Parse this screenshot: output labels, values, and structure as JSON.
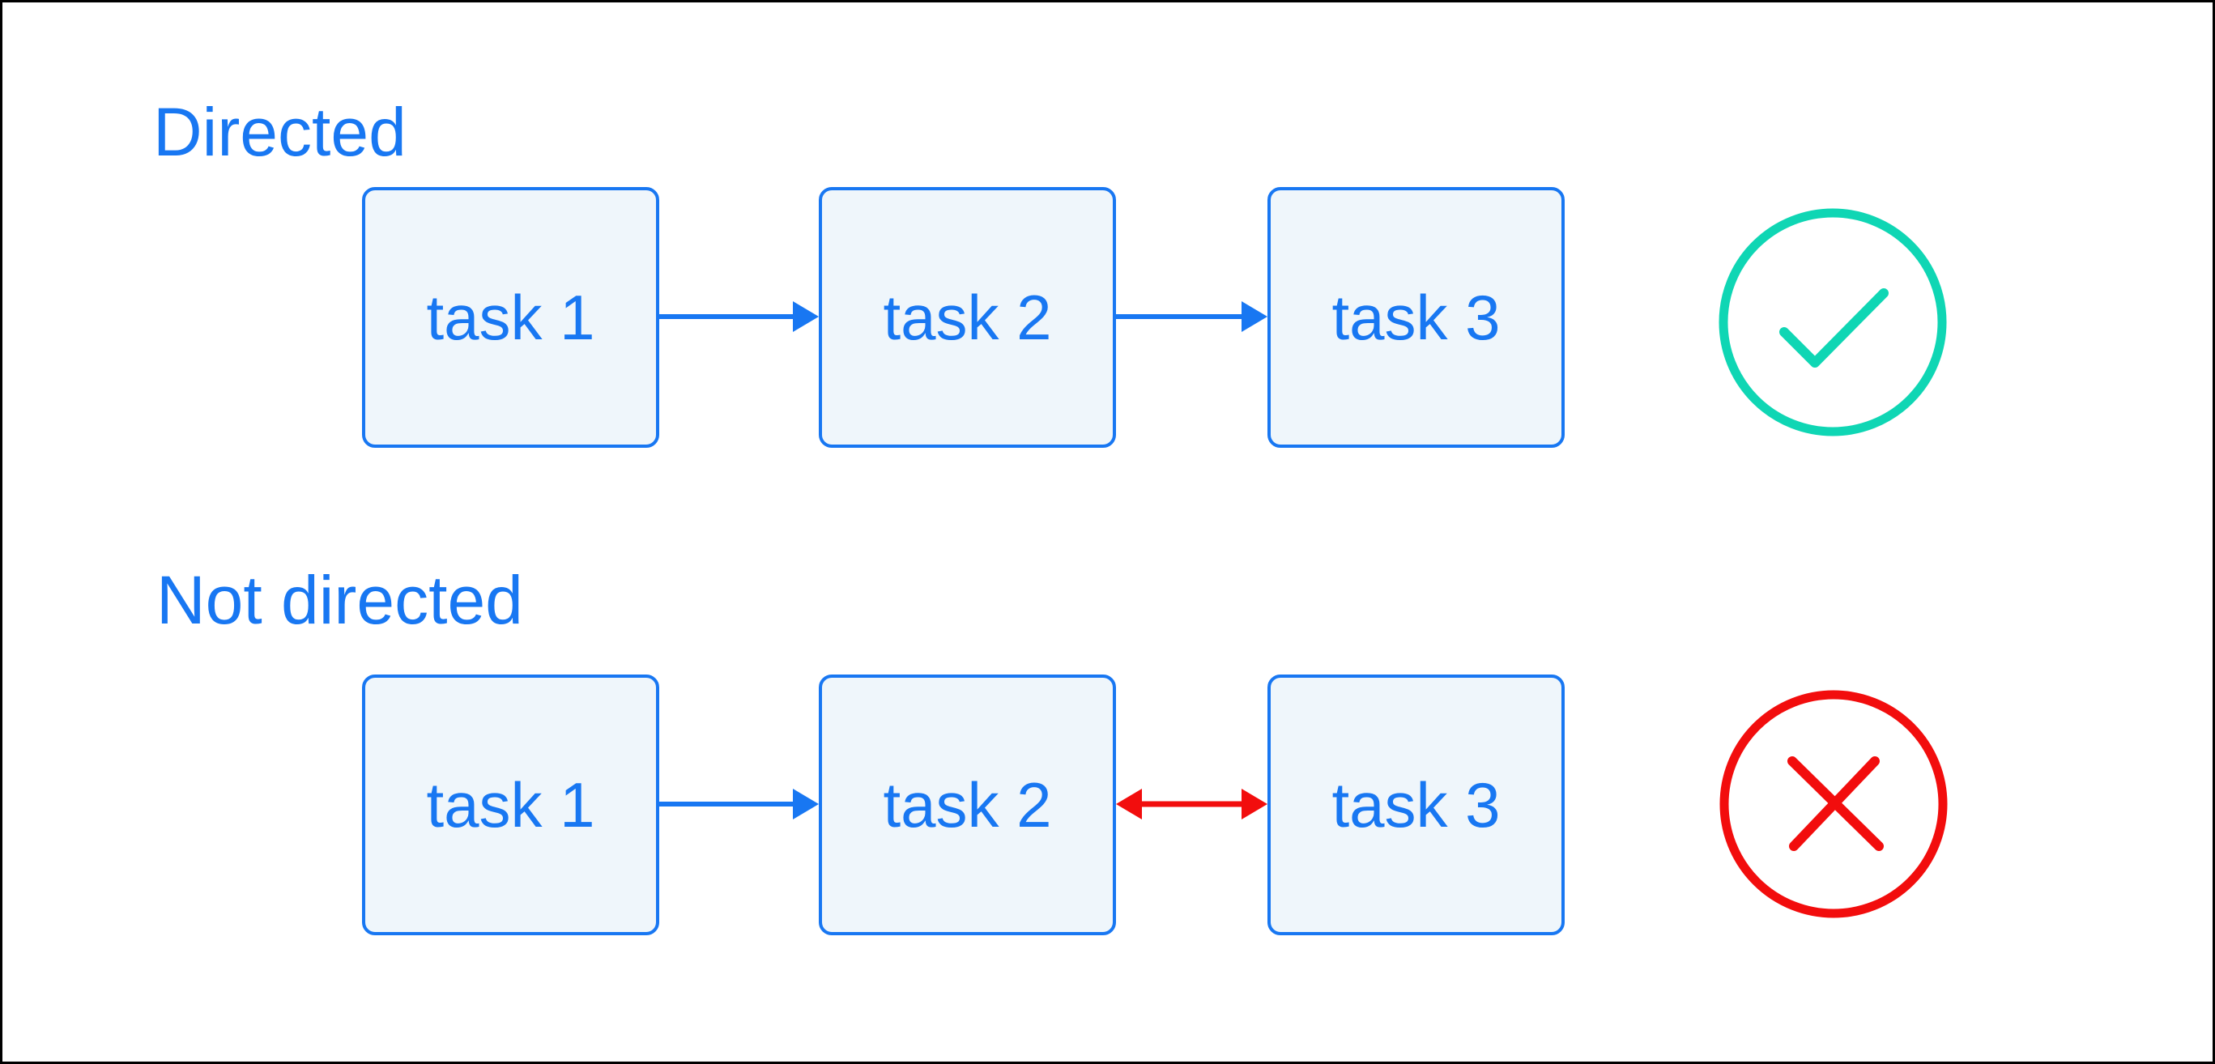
{
  "colors": {
    "blue": "#1877F2",
    "box-fill": "#EFF6FB",
    "teal": "#0FD6B4",
    "red": "#F20D0D",
    "frame": "#000000",
    "background": "#FFFFFF"
  },
  "sections": [
    {
      "id": "directed",
      "label": "Directed",
      "tasks": [
        "task 1",
        "task 2",
        "task 3"
      ],
      "edges": [
        {
          "from": "task 1",
          "to": "task 2",
          "style": "one-way",
          "color": "#1877F2"
        },
        {
          "from": "task 2",
          "to": "task 3",
          "style": "one-way",
          "color": "#1877F2"
        }
      ],
      "verdict": "allowed",
      "verdict_icon": "check-icon",
      "verdict_color": "#0FD6B4"
    },
    {
      "id": "not-directed",
      "label": "Not directed",
      "tasks": [
        "task 1",
        "task 2",
        "task 3"
      ],
      "edges": [
        {
          "from": "task 1",
          "to": "task 2",
          "style": "one-way",
          "color": "#1877F2"
        },
        {
          "from": "task 2",
          "to": "task 3",
          "style": "two-way",
          "color": "#F20D0D"
        }
      ],
      "verdict": "not-allowed",
      "verdict_icon": "x-icon",
      "verdict_color": "#F20D0D"
    }
  ]
}
